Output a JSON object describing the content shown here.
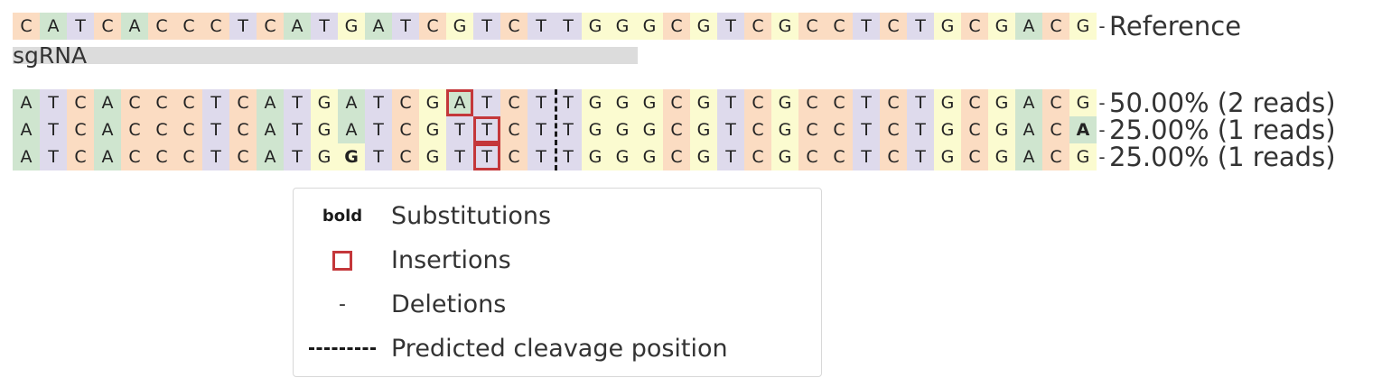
{
  "chart_data": {
    "type": "table",
    "title": "CRISPResso allele alignment plot",
    "reference": {
      "label": "Reference",
      "sequence": "CATCACCCTCATGATCGTCTTGGGCGTCGCCTCTGCGACG",
      "trailing_dash": "-"
    },
    "guide": {
      "label": "sgRNA",
      "band_start_column": 0,
      "band_end_column": 23
    },
    "cleavage": {
      "label": "Predicted cleavage position",
      "after_column": 20
    },
    "alleles": [
      {
        "sequence": "ATCACCCTCATGATCGATCTTGGGCGTCGCCTCTGCGACG",
        "trailing_dash": "-",
        "insertions": [
          16
        ],
        "substitutions": [],
        "percent": "50.00%",
        "reads": "2 reads",
        "label": "50.00% (2 reads)"
      },
      {
        "sequence": "ATCACCCTCATGATCGTTCTTGGGCGTCGCCTCTGCGACA",
        "trailing_dash": "-",
        "insertions": [
          17
        ],
        "substitutions": [
          39
        ],
        "percent": "25.00%",
        "reads": "1 reads",
        "label": "25.00% (1 reads)"
      },
      {
        "sequence": "ATCACCCTCATGGTCGTTCTTGGGCGTCGCCTCTGCGACG",
        "trailing_dash": "-",
        "insertions": [
          17
        ],
        "substitutions": [
          12
        ],
        "percent": "25.00%",
        "reads": "1 reads",
        "label": "25.00% (1 reads)"
      }
    ],
    "base_colors": {
      "A": "#cfe5cf",
      "C": "#fbdcc2",
      "G": "#fbfbd0",
      "T": "#dedaec"
    },
    "insertion_box_color": "#c4373a",
    "guide_band_color": "#dcdcdc"
  },
  "legend": {
    "rows": [
      {
        "key": "bold",
        "key_type": "bold-text",
        "label": "Substitutions"
      },
      {
        "key": "",
        "key_type": "red-square",
        "label": "Insertions"
      },
      {
        "key": "-",
        "key_type": "dash-text",
        "label": "Deletions"
      },
      {
        "key": "",
        "key_type": "dashed-line",
        "label": "Predicted cleavage position"
      }
    ]
  }
}
